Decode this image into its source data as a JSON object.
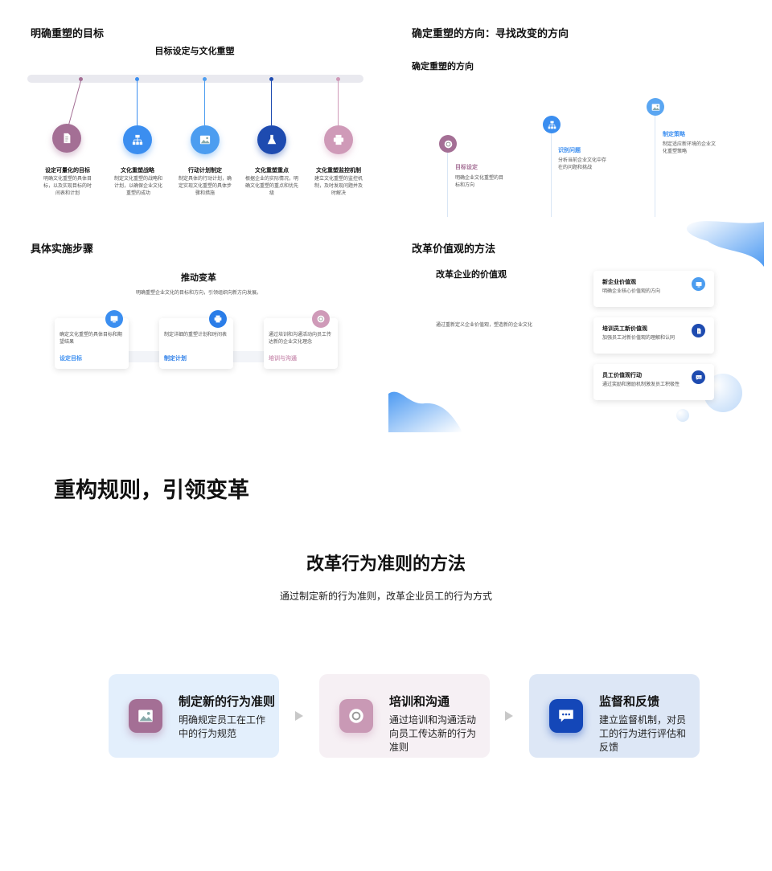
{
  "panel1": {
    "heading": "明确重塑的目标",
    "subtitle": "目标设定与文化重塑",
    "items": [
      {
        "title": "设定可量化的目标",
        "desc": "明确文化重塑的具体目标，以及实现目标的时间表和计划",
        "icon": "document-icon",
        "color": "#a46f95"
      },
      {
        "title": "文化重塑战略",
        "desc": "制定文化重塑的战略和计划，以确保企业文化重塑的成功",
        "icon": "org-chart-icon",
        "color": "#3b8ef0"
      },
      {
        "title": "行动计划制定",
        "desc": "制定具体的行动计划，确定实现文化重塑的具体步骤和措施",
        "icon": "image-icon",
        "color": "#4c9df0"
      },
      {
        "title": "文化重塑重点",
        "desc": "根据企业的实际情况，明确文化重塑的重点和优先级",
        "icon": "flask-icon",
        "color": "#1e4bb0"
      },
      {
        "title": "文化重塑监控机制",
        "desc": "建立文化重塑的监控机制，及时发现问题并及时解决",
        "icon": "printer-icon",
        "color": "#cf9ab8"
      }
    ]
  },
  "panel2": {
    "heading": "确定重塑的方向：寻找改变的方向",
    "subtitle": "确定重塑的方向",
    "items": [
      {
        "title": "目标设定",
        "desc": "明确企业文化重塑的目标和方向",
        "icon": "target-icon",
        "color": "#a46f95"
      },
      {
        "title": "识别问题",
        "desc": "分析当前企业文化中存在的问题和挑战",
        "icon": "org-chart-icon",
        "color": "#3b8ef0"
      },
      {
        "title": "制定策略",
        "desc": "制定适应新环境的企业文化重塑策略",
        "icon": "image-icon",
        "color": "#5aa6f2"
      }
    ]
  },
  "panel3": {
    "heading": "具体实施步骤",
    "subtitle": "推动变革",
    "desc": "明确重塑企业文化的目标和方向，引领组织向新方向发展。",
    "cards": [
      {
        "text": "确定文化重塑的具体目标和期望结果",
        "label": "设定目标",
        "icon": "monitor-icon",
        "color": "#3b8ef0"
      },
      {
        "text": "制定详细的重塑计划和时间表",
        "label": "制定计划",
        "icon": "printer-icon",
        "color": "#2a7de8"
      },
      {
        "text": "通过培训和沟通活动向员工传达新的企业文化理念",
        "label": "培训与沟通",
        "icon": "target-icon",
        "color": "#cf9ab8"
      }
    ]
  },
  "panel4": {
    "heading": "改革价值观的方法",
    "subtitle": "改革企业的价值观",
    "desc": "通过重新定义企业价值观，塑造新的企业文化",
    "cards": [
      {
        "title": "新企业价值观",
        "desc": "明确企业核心价值观的方向",
        "icon": "monitor-icon",
        "color": "#4c9df0"
      },
      {
        "title": "培训员工新价值观",
        "desc": "加强员工对新价值观的理解和认同",
        "icon": "document-icon",
        "color": "#1e4bb0"
      },
      {
        "title": "员工价值观行动",
        "desc": "通过奖励和激励机制激发员工积极性",
        "icon": "chat-icon",
        "color": "#1e4bb0"
      }
    ]
  },
  "main": {
    "title": "重构规则，引领变革",
    "heading": "改革行为准则的方法",
    "subheading": "通过制定新的行为准则，改革企业员工的行为方式",
    "steps": [
      {
        "title": "制定新的行为准则",
        "desc": "明确规定员工在工作中的行为规范",
        "icon": "image-icon",
        "icon_color": "#a46f95",
        "bg": "#e3effc"
      },
      {
        "title": "培训和沟通",
        "desc": "通过培训和沟通活动向员工传达新的行为准则",
        "icon": "target-icon",
        "icon_color": "#c999b5",
        "bg": "#f6f0f4"
      },
      {
        "title": "监督和反馈",
        "desc": "建立监督机制，对员工的行为进行评估和反馈",
        "icon": "chat-icon",
        "icon_color": "#1447b8",
        "bg": "#dde7f6"
      }
    ]
  }
}
